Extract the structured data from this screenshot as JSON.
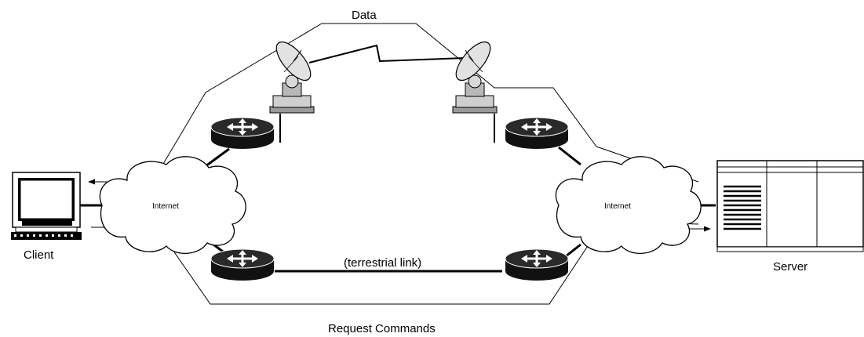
{
  "labels": {
    "data": "Data",
    "request_commands": "Request Commands",
    "terrestrial_link": "(terrestrial link)",
    "client": "Client",
    "server": "Server",
    "internet_left": "Internet",
    "internet_right": "Internet"
  },
  "icons": {
    "client": "computer-monitor-icon",
    "server": "server-rack-icon",
    "satellite": "satellite-dish-icon",
    "router": "router-icon",
    "cloud": "internet-cloud-icon",
    "link": "lightning-bolt-link-icon"
  },
  "colors": {
    "line": "#000000",
    "background": "#ffffff",
    "router": "#111111",
    "dish": "#bdbdbd"
  }
}
